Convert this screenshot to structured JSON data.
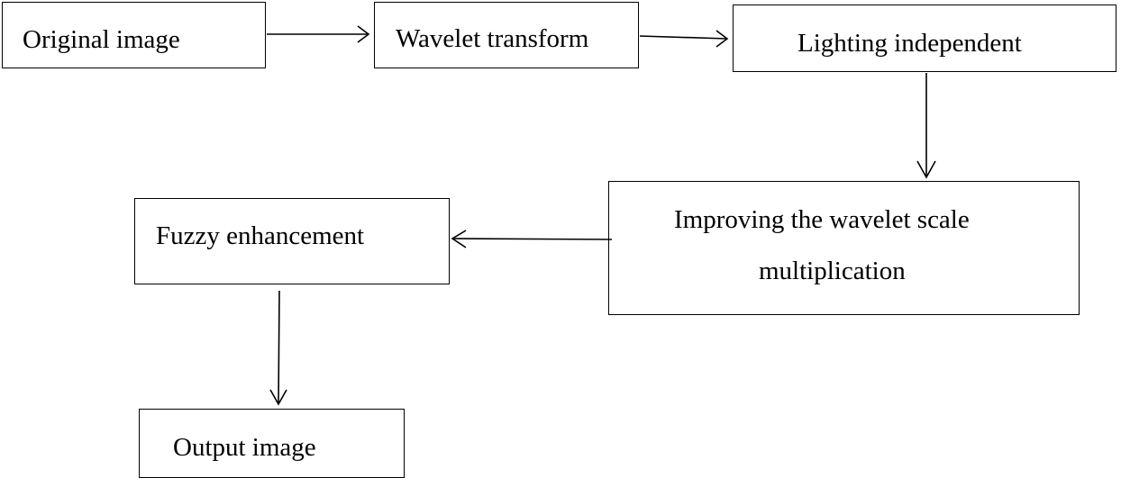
{
  "diagram": {
    "nodes": {
      "original_image": "Original image",
      "wavelet_transform": "Wavelet transform",
      "lighting_independent": "Lighting independent",
      "improving_line1": "Improving the wavelet scale",
      "improving_line2": "multiplication",
      "fuzzy_enhancement": "Fuzzy enhancement",
      "output_image": "Output image"
    },
    "edges": [
      [
        "Original image",
        "Wavelet transform"
      ],
      [
        "Wavelet transform",
        "Lighting independent"
      ],
      [
        "Lighting independent",
        "Improving the wavelet scale multiplication"
      ],
      [
        "Improving the wavelet scale multiplication",
        "Fuzzy enhancement"
      ],
      [
        "Fuzzy enhancement",
        "Output image"
      ]
    ]
  }
}
